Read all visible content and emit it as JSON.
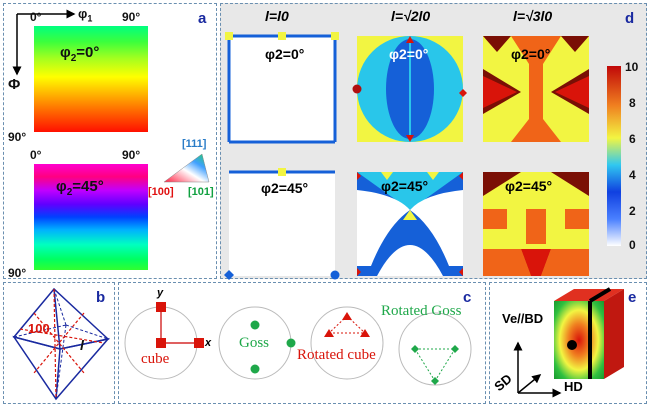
{
  "panel_a": {
    "letter": "a",
    "axis_phi1": "φ",
    "axis_phi1_sub": "1",
    "axis_Phi": "Φ",
    "top_map": {
      "tl": "0°",
      "tr": "90°",
      "bl": "90°",
      "label": "φ",
      "label_sub": "2",
      "label_val": "=0°"
    },
    "bottom_map": {
      "tl": "0°",
      "tr": "90°",
      "bl": "90°",
      "label": "φ",
      "label_sub": "2",
      "label_val": "=45°"
    },
    "ipf": {
      "t111": "[111]",
      "t100": "[100]",
      "t101": "[101]"
    }
  },
  "panel_d": {
    "letter": "d",
    "col_headers": [
      "l=l0",
      "l=√2l0",
      "l=√3l0"
    ],
    "row_labels": [
      "φ2=0°",
      "φ2=45°"
    ],
    "colorbar_ticks": [
      "10",
      "8",
      "6",
      "4",
      "2",
      "0"
    ],
    "colors": {
      "yellow": "#f2f542",
      "cyan": "#29c6ea",
      "blue": "#1560d8",
      "red": "#d9140a",
      "orange": "#f06418",
      "darkred": "#7a0f05"
    }
  },
  "panel_b": {
    "letter": "b",
    "dim_100": "100",
    "dim_l": "l"
  },
  "panel_c": {
    "letter": "c",
    "textures": [
      "cube",
      "Goss",
      "Rotated cube",
      "Rotated Goss"
    ],
    "axis_y": "y",
    "axis_x": "x"
  },
  "panel_e": {
    "letter": "e",
    "ve_bd": "Ve//BD",
    "sd": "SD",
    "hd": "HD"
  }
}
